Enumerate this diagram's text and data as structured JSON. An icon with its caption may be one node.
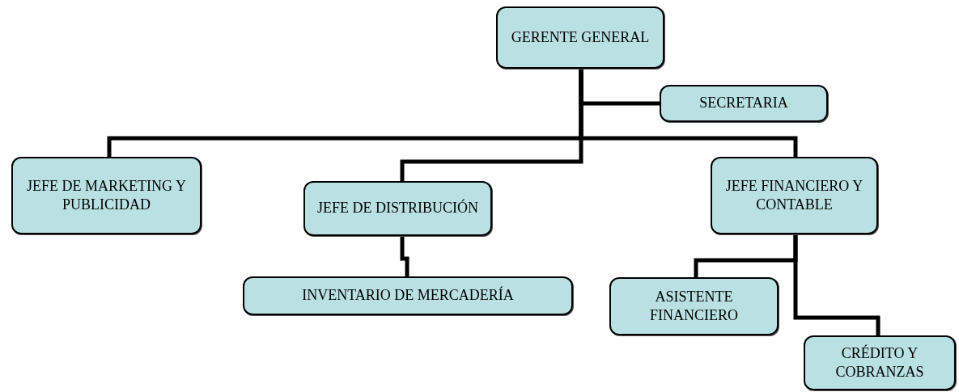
{
  "diagram": {
    "nodes": [
      {
        "text": [
          "GERENTE GENERAL"
        ]
      },
      {
        "text": [
          "SECRETARIA"
        ]
      },
      {
        "text": [
          "JEFE DE MARKETING Y PUBLICIDAD"
        ]
      },
      {
        "text": [
          "JEFE DE DISTRIBUCIÓN"
        ]
      },
      {
        "text": [
          "JEFE FINANCIERO Y CONTABLE"
        ]
      },
      {
        "text": [
          "INVENTARIO DE MERCADERÍA"
        ]
      },
      {
        "text": [
          "ASISTENTE FINANCIERO"
        ]
      },
      {
        "text": [
          "CRÉDITO Y COBRANZAS"
        ]
      }
    ],
    "edges": [
      {
        "from": 0,
        "to": 1,
        "arrow": "none"
      },
      {
        "from": 0,
        "to": 2,
        "arrow": "none"
      },
      {
        "from": 0,
        "to": 3,
        "arrow": "none"
      },
      {
        "from": 0,
        "to": 4,
        "arrow": "none"
      },
      {
        "from": 3,
        "to": 5,
        "arrow": "none"
      },
      {
        "from": 4,
        "to": 6,
        "arrow": "none"
      },
      {
        "from": 4,
        "to": 7,
        "arrow": "none"
      }
    ]
  }
}
